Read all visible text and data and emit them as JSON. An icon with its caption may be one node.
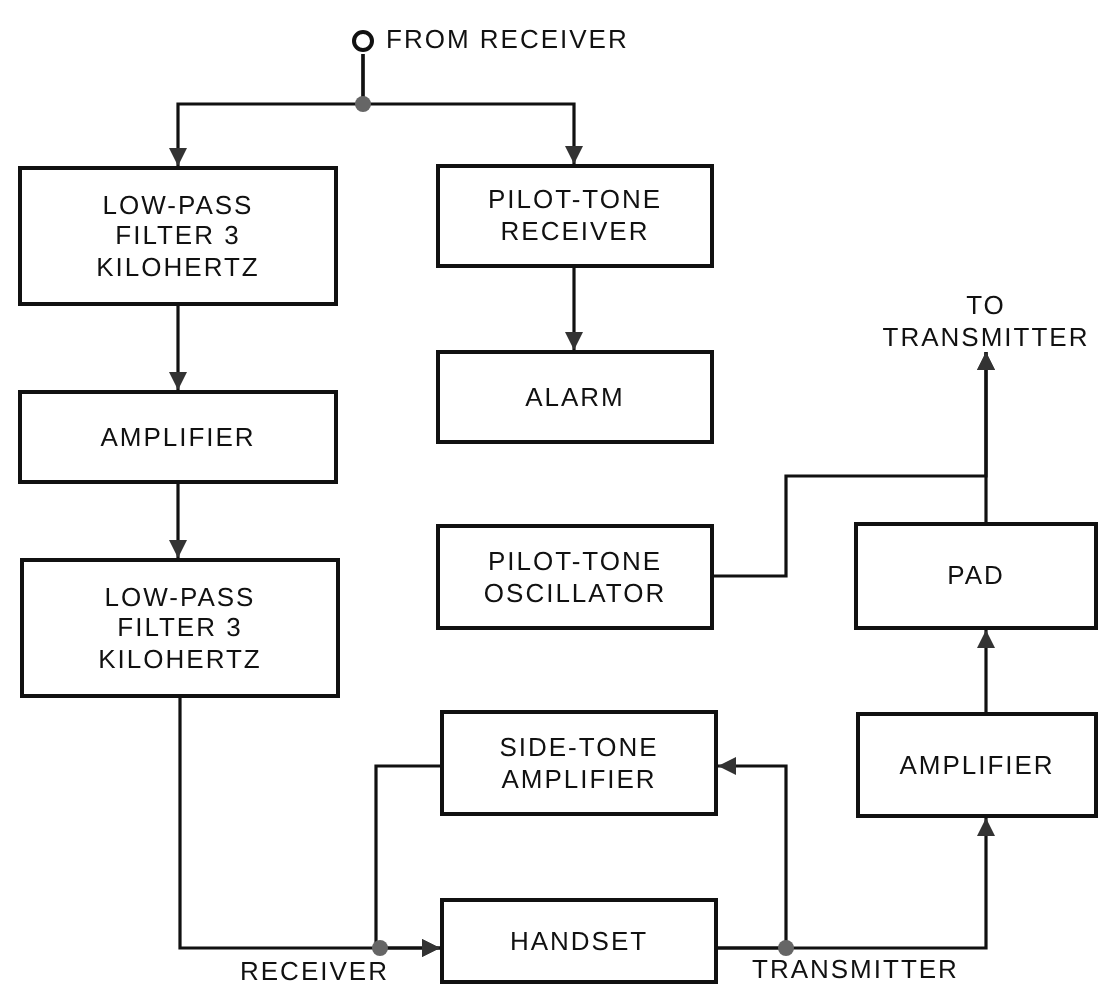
{
  "diagram": {
    "nodes": [
      {
        "text": [
          "FROM RECEIVER"
        ]
      },
      {
        "text": [
          "LOW-PASS FILTER 3 KILOHERTZ"
        ]
      },
      {
        "text": [
          "PILOT-TONE RECEIVER"
        ]
      },
      {
        "text": [
          "AMPLIFIER"
        ]
      },
      {
        "text": [
          "ALARM"
        ]
      },
      {
        "text": [
          "TO TRANSMITTER"
        ]
      },
      {
        "text": [
          "PILOT-TONE OSCILLATOR"
        ]
      },
      {
        "text": [
          "PAD"
        ]
      },
      {
        "text": [
          "LOW-PASS FILTER 3 KILOHERTZ"
        ]
      },
      {
        "text": [
          "SIDE-TONE AMPLIFIER"
        ]
      },
      {
        "text": [
          "AMPLIFIER"
        ]
      },
      {
        "text": [
          "HANDSET"
        ]
      }
    ],
    "edges": [
      {
        "from": 0,
        "to": 1,
        "arrow": "to"
      },
      {
        "from": 0,
        "to": 2,
        "arrow": "to"
      },
      {
        "from": 1,
        "to": 3,
        "arrow": "to"
      },
      {
        "from": 2,
        "to": 4,
        "arrow": "to"
      },
      {
        "from": 3,
        "to": 8,
        "arrow": "to"
      },
      {
        "from": 8,
        "to": 11,
        "arrow": "to"
      },
      {
        "from": 9,
        "to": 11,
        "arrow": "to"
      },
      {
        "from": 11,
        "to": 9,
        "arrow": "to"
      },
      {
        "from": 11,
        "to": 10,
        "arrow": "to"
      },
      {
        "from": 10,
        "to": 7,
        "arrow": "to"
      },
      {
        "from": 7,
        "to": 5,
        "arrow": "to"
      },
      {
        "from": 6,
        "to": 5,
        "arrow": "to"
      }
    ],
    "labels": [
      "RECEIVER",
      "TRANSMITTER"
    ]
  }
}
